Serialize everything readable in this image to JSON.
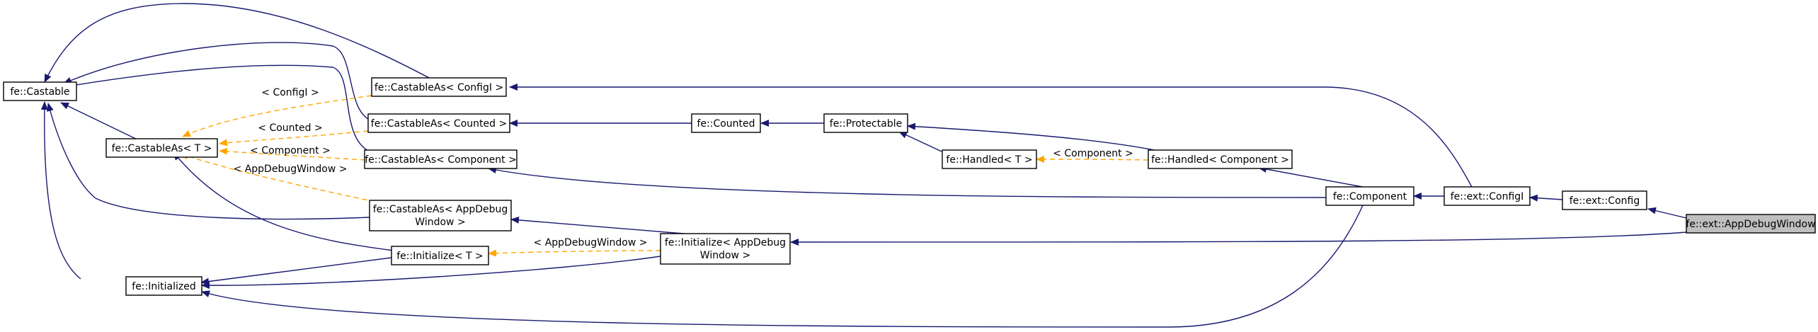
{
  "colors": {
    "inherit_edge": "#191970",
    "template_edge": "#ffa500",
    "node_border": "#000000",
    "highlight_fill": "#bfbfbf"
  },
  "nodes": {
    "castable": "fe::Castable",
    "castable_as_t": "fe::CastableAs< T >",
    "initialized": "fe::Initialized",
    "castable_as_configi": "fe::CastableAs< ConfigI >",
    "castable_as_counted": "fe::CastableAs< Counted >",
    "castable_as_component": "fe::CastableAs< Component >",
    "castable_as_appdebug_line1": "fe::CastableAs< AppDebug",
    "castable_as_appdebug_line2": "Window >",
    "initialize_t": "fe::Initialize< T >",
    "initialize_appdebug_line1": "fe::Initialize< AppDebug",
    "initialize_appdebug_line2": "Window >",
    "counted": "fe::Counted",
    "protectable": "fe::Protectable",
    "handled_t": "fe::Handled< T >",
    "handled_component": "fe::Handled< Component >",
    "component": "fe::Component",
    "ext_configi": "fe::ext::ConfigI",
    "ext_config": "fe::ext::Config",
    "ext_appdebugwindow": "fe::ext::AppDebugWindow"
  },
  "edge_labels": {
    "configi": "< ConfigI >",
    "counted": "< Counted >",
    "component": "< Component >",
    "appdebugwindow": "< AppDebugWindow >",
    "init_appdebugwindow": "< AppDebugWindow >",
    "handled_component": "< Component >"
  }
}
